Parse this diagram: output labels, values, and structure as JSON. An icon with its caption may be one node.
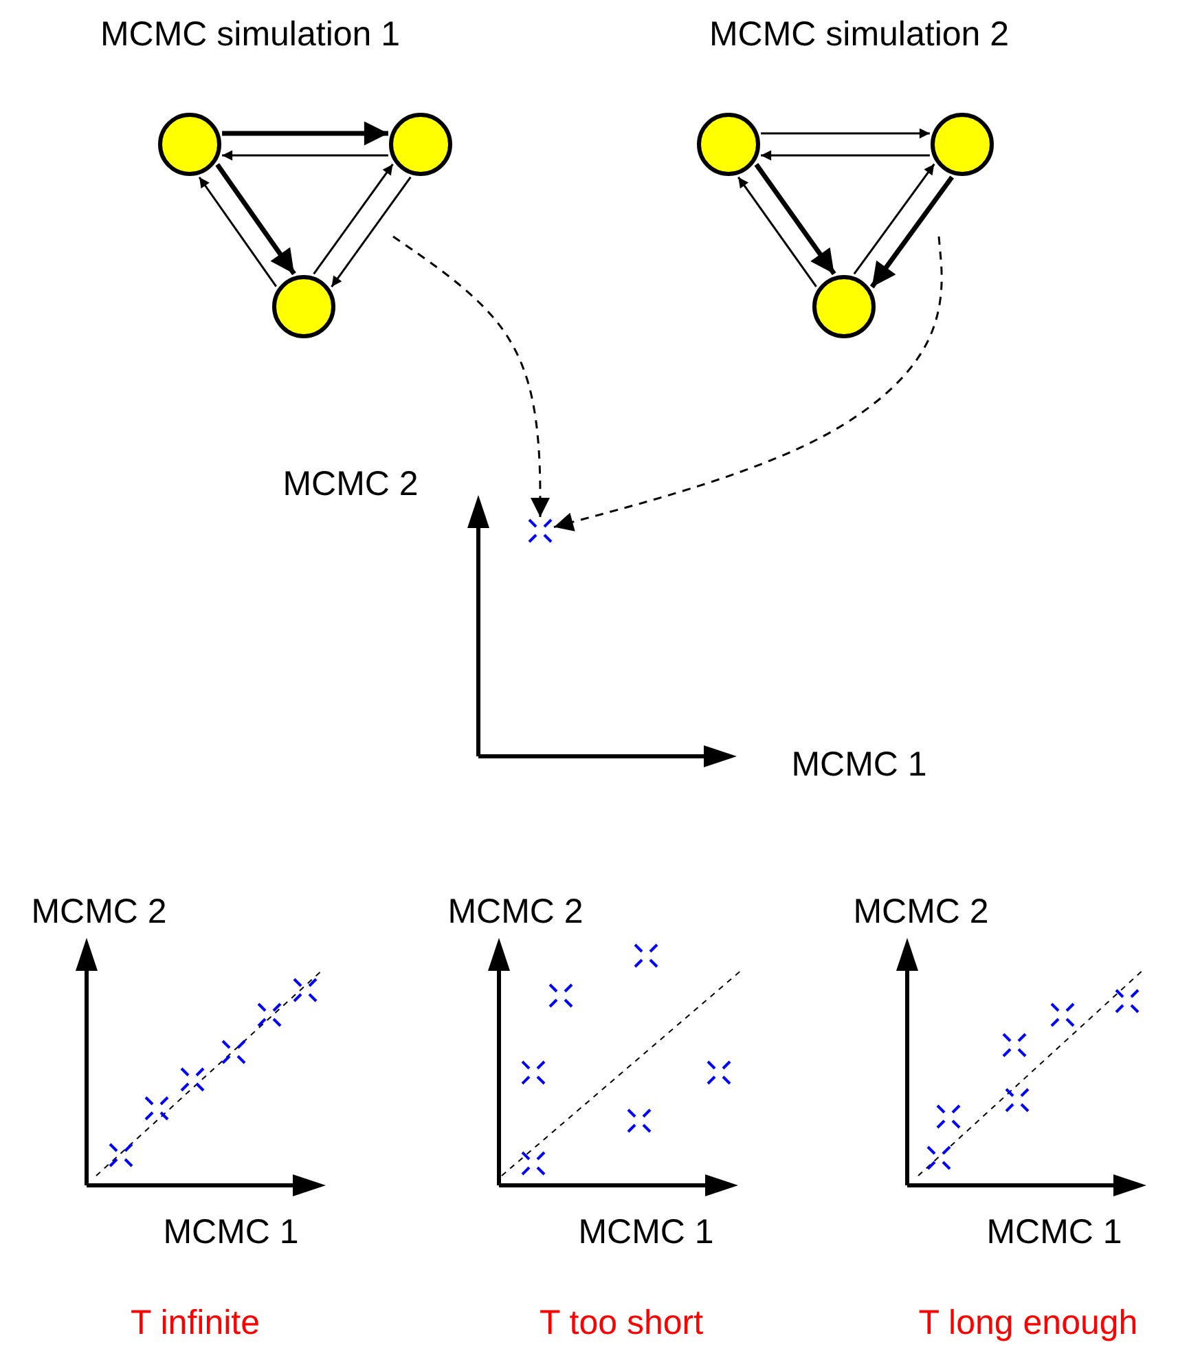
{
  "diagram": {
    "nodes": [
      {
        "text": [],
        "shape": "circle"
      },
      {
        "text": [],
        "shape": "circle"
      },
      {
        "text": [],
        "shape": "circle"
      },
      {
        "text": [],
        "shape": "circle"
      },
      {
        "text": [],
        "shape": "circle"
      },
      {
        "text": [],
        "shape": "circle"
      },
      {
        "text": [],
        "shape": "cross"
      }
    ],
    "edges": [
      {
        "from": 0,
        "to": 1,
        "arrow": "to",
        "style": "thick"
      },
      {
        "from": 1,
        "to": 0,
        "arrow": "to"
      },
      {
        "from": 0,
        "to": 2,
        "arrow": "to",
        "style": "thick"
      },
      {
        "from": 2,
        "to": 0,
        "arrow": "to"
      },
      {
        "from": 2,
        "to": 1,
        "arrow": "to"
      },
      {
        "from": 1,
        "to": 2,
        "arrow": "to"
      },
      {
        "from": 3,
        "to": 4,
        "arrow": "to"
      },
      {
        "from": 4,
        "to": 3,
        "arrow": "to"
      },
      {
        "from": 3,
        "to": 5,
        "arrow": "to",
        "style": "thick"
      },
      {
        "from": 5,
        "to": 3,
        "arrow": "to"
      },
      {
        "from": 5,
        "to": 4,
        "arrow": "to"
      },
      {
        "from": 4,
        "to": 5,
        "arrow": "to",
        "style": "thick"
      },
      {
        "from": null,
        "to": 6,
        "arrow": "to",
        "style": "dashed"
      },
      {
        "from": null,
        "to": 6,
        "arrow": "to",
        "style": "dashed"
      }
    ],
    "labels": [
      "MCMC simulation 1",
      "MCMC simulation 2",
      "MCMC 2",
      "MCMC 1",
      "MCMC 2",
      "MCMC 2",
      "MCMC 2",
      "MCMC 1",
      "MCMC 1",
      "MCMC 1",
      "T infinite",
      "T too short",
      "T long enough"
    ]
  }
}
